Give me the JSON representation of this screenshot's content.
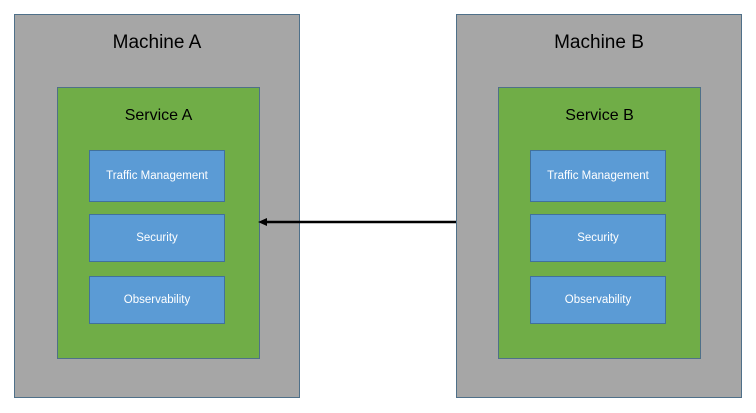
{
  "diagram": {
    "type": "service-mesh-sidecar-architecture",
    "background_color": "#ffffff",
    "machines": [
      {
        "id": "machine-a",
        "label": "Machine A",
        "fill_color": "#a6a6a6",
        "border_color": "#4f7089",
        "service": {
          "id": "service-a",
          "label": "Service A",
          "fill_color": "#70ad47",
          "border_color": "#4f7089",
          "capabilities": [
            {
              "label": "Traffic Management",
              "fill_color": "#5b9bd5",
              "border_color": "#41719c",
              "text_color": "#ffffff"
            },
            {
              "label": "Security",
              "fill_color": "#5b9bd5",
              "border_color": "#41719c",
              "text_color": "#ffffff"
            },
            {
              "label": "Observability",
              "fill_color": "#5b9bd5",
              "border_color": "#41719c",
              "text_color": "#ffffff"
            }
          ]
        }
      },
      {
        "id": "machine-b",
        "label": "Machine B",
        "fill_color": "#a6a6a6",
        "border_color": "#4f7089",
        "service": {
          "id": "service-b",
          "label": "Service B",
          "fill_color": "#70ad47",
          "border_color": "#4f7089",
          "capabilities": [
            {
              "label": "Traffic Management",
              "fill_color": "#5b9bd5",
              "border_color": "#41719c",
              "text_color": "#ffffff"
            },
            {
              "label": "Security",
              "fill_color": "#5b9bd5",
              "border_color": "#41719c",
              "text_color": "#ffffff"
            },
            {
              "label": "Observability",
              "fill_color": "#5b9bd5",
              "border_color": "#41719c",
              "text_color": "#ffffff"
            }
          ]
        }
      }
    ],
    "connector": {
      "label": "",
      "style": "double-headed-arrow",
      "color": "#000000",
      "from": "service-a",
      "to": "service-b"
    }
  }
}
